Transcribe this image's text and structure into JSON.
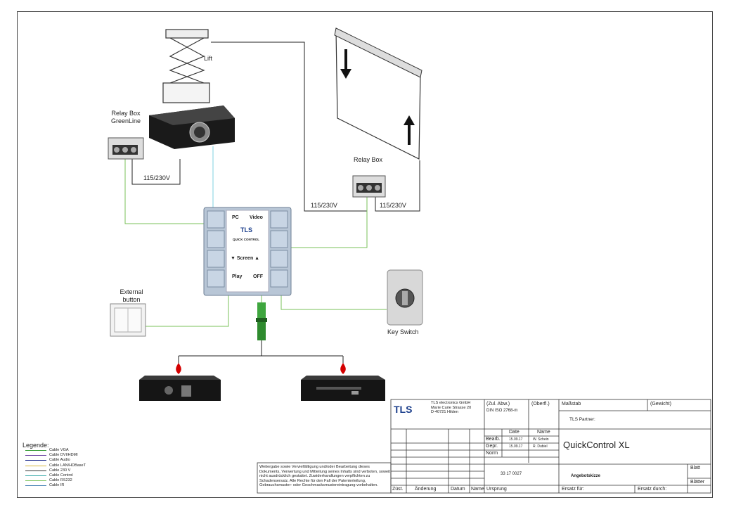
{
  "devices": {
    "lift": "Lift",
    "relay_box_greenline": "Relay Box\nGreenLine",
    "relay_box": "Relay Box",
    "external_button": "External\nbutton",
    "key_switch": "Key Switch"
  },
  "voltage_labels": [
    "115/230V",
    "115/230V",
    "115/230V"
  ],
  "panel": {
    "top_left": "PC",
    "top_right": "Video",
    "brand": "QUICK CONTROL",
    "screen_label": "▼ Screen ▲",
    "bottom_left": "Play",
    "bottom_right": "OFF",
    "logo": "TLS"
  },
  "legend": {
    "title": "Legende:",
    "items": [
      {
        "label": "Cable VGA",
        "color": "#3a9e3a"
      },
      {
        "label": "Cable DVI/HDMI",
        "color": "#6a3fa0"
      },
      {
        "label": "Cable Audio",
        "color": "#1c2a8a"
      },
      {
        "label": "Cable LAN/HDBaseT",
        "color": "#d4b53a"
      },
      {
        "label": "Cable 230 V",
        "color": "#333333"
      },
      {
        "label": "Cable Control",
        "color": "#2aa3a3"
      },
      {
        "label": "Cable RS232",
        "color": "#79c259"
      },
      {
        "label": "Cable IR",
        "color": "#4682b4"
      }
    ]
  },
  "notice": "Weitergabe sowie Vervielfältigung und/oder Bearbeitung dieses Dokuments, Verwertung und Mitteilung seines Inhalts sind verboten, soweit nicht ausdrücklich gestattet. Zuwiderhandlungen verpflichten zu Schadensersatz. Alle Rechte für den Fall der Patenterteilung, Gebrauchsmuster- oder Geschmacksmustereintragung vorbehalten.",
  "title_block": {
    "company": "TLS electronics GmbH\nMarie Curie Strasse 20\nD-40721 Hilden",
    "logo": "TLS",
    "zul_abw": "(Zul. Abw.)",
    "din": "DIN ISO 2768-m",
    "oberfl": "(Oberfl.)",
    "massstab": "Maßstab",
    "gewicht": "(Gewicht)",
    "tls_partner": "TLS Partner:",
    "date_hdr": "Date",
    "name_hdr": "Name",
    "bearb": "Bearb.",
    "bearb_date": "15.09.17",
    "bearb_name": "W. Schein",
    "gepr": "Gepr.",
    "gepr_date": "15.09.17",
    "gepr_name": "R. Dubiel",
    "norm": "Norm",
    "title": "QuickControl XL",
    "drawing_no": "33 17 0027",
    "angebot": "Angebotskizze",
    "blatt": "Blatt",
    "blaetter": "Blätter",
    "zust": "Züst.",
    "aenderung": "Änderung",
    "datum": "Datum",
    "name": "Name",
    "ursprung": "Ursprung",
    "ersatz_fuer": "Ersatz für:",
    "ersatz_durch": "Ersatz durch:"
  }
}
